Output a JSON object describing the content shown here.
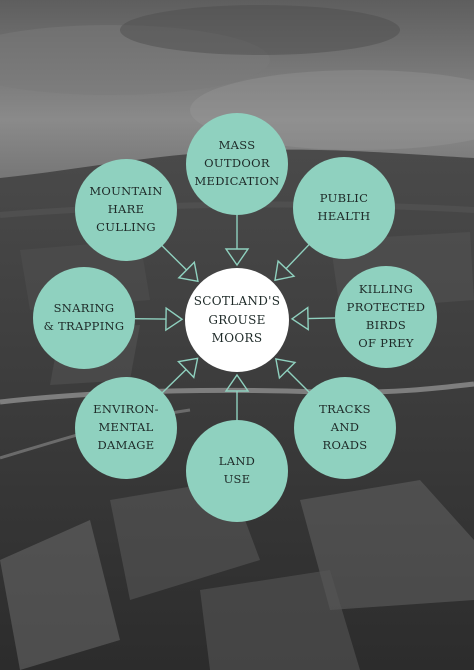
{
  "colors": {
    "node_fill": "#8fd1bf",
    "center_fill": "#ffffff",
    "arrow": "#8fd1bf",
    "text": "#1e2a28"
  },
  "diagram": {
    "center": {
      "label": "SCOTLAND'S\nGROUSE\nMOORS"
    },
    "nodes": {
      "mass_outdoor_medication": "MASS\nOUTDOOR\nMEDICATION",
      "public_health": "PUBLIC\nHEALTH",
      "killing_protected_birds": "KILLING\nPROTECTED\nBIRDS\nOF PREY",
      "tracks_and_roads": "TRACKS\nAND\nROADS",
      "land_use": "LAND\nUSE",
      "environmental_damage": "ENVIRON-\nMENTAL\nDAMAGE",
      "snaring_trapping": "SNARING\n& TRAPPING",
      "mountain_hare_culling": "MOUNTAIN\nHARE\nCULLING"
    }
  }
}
